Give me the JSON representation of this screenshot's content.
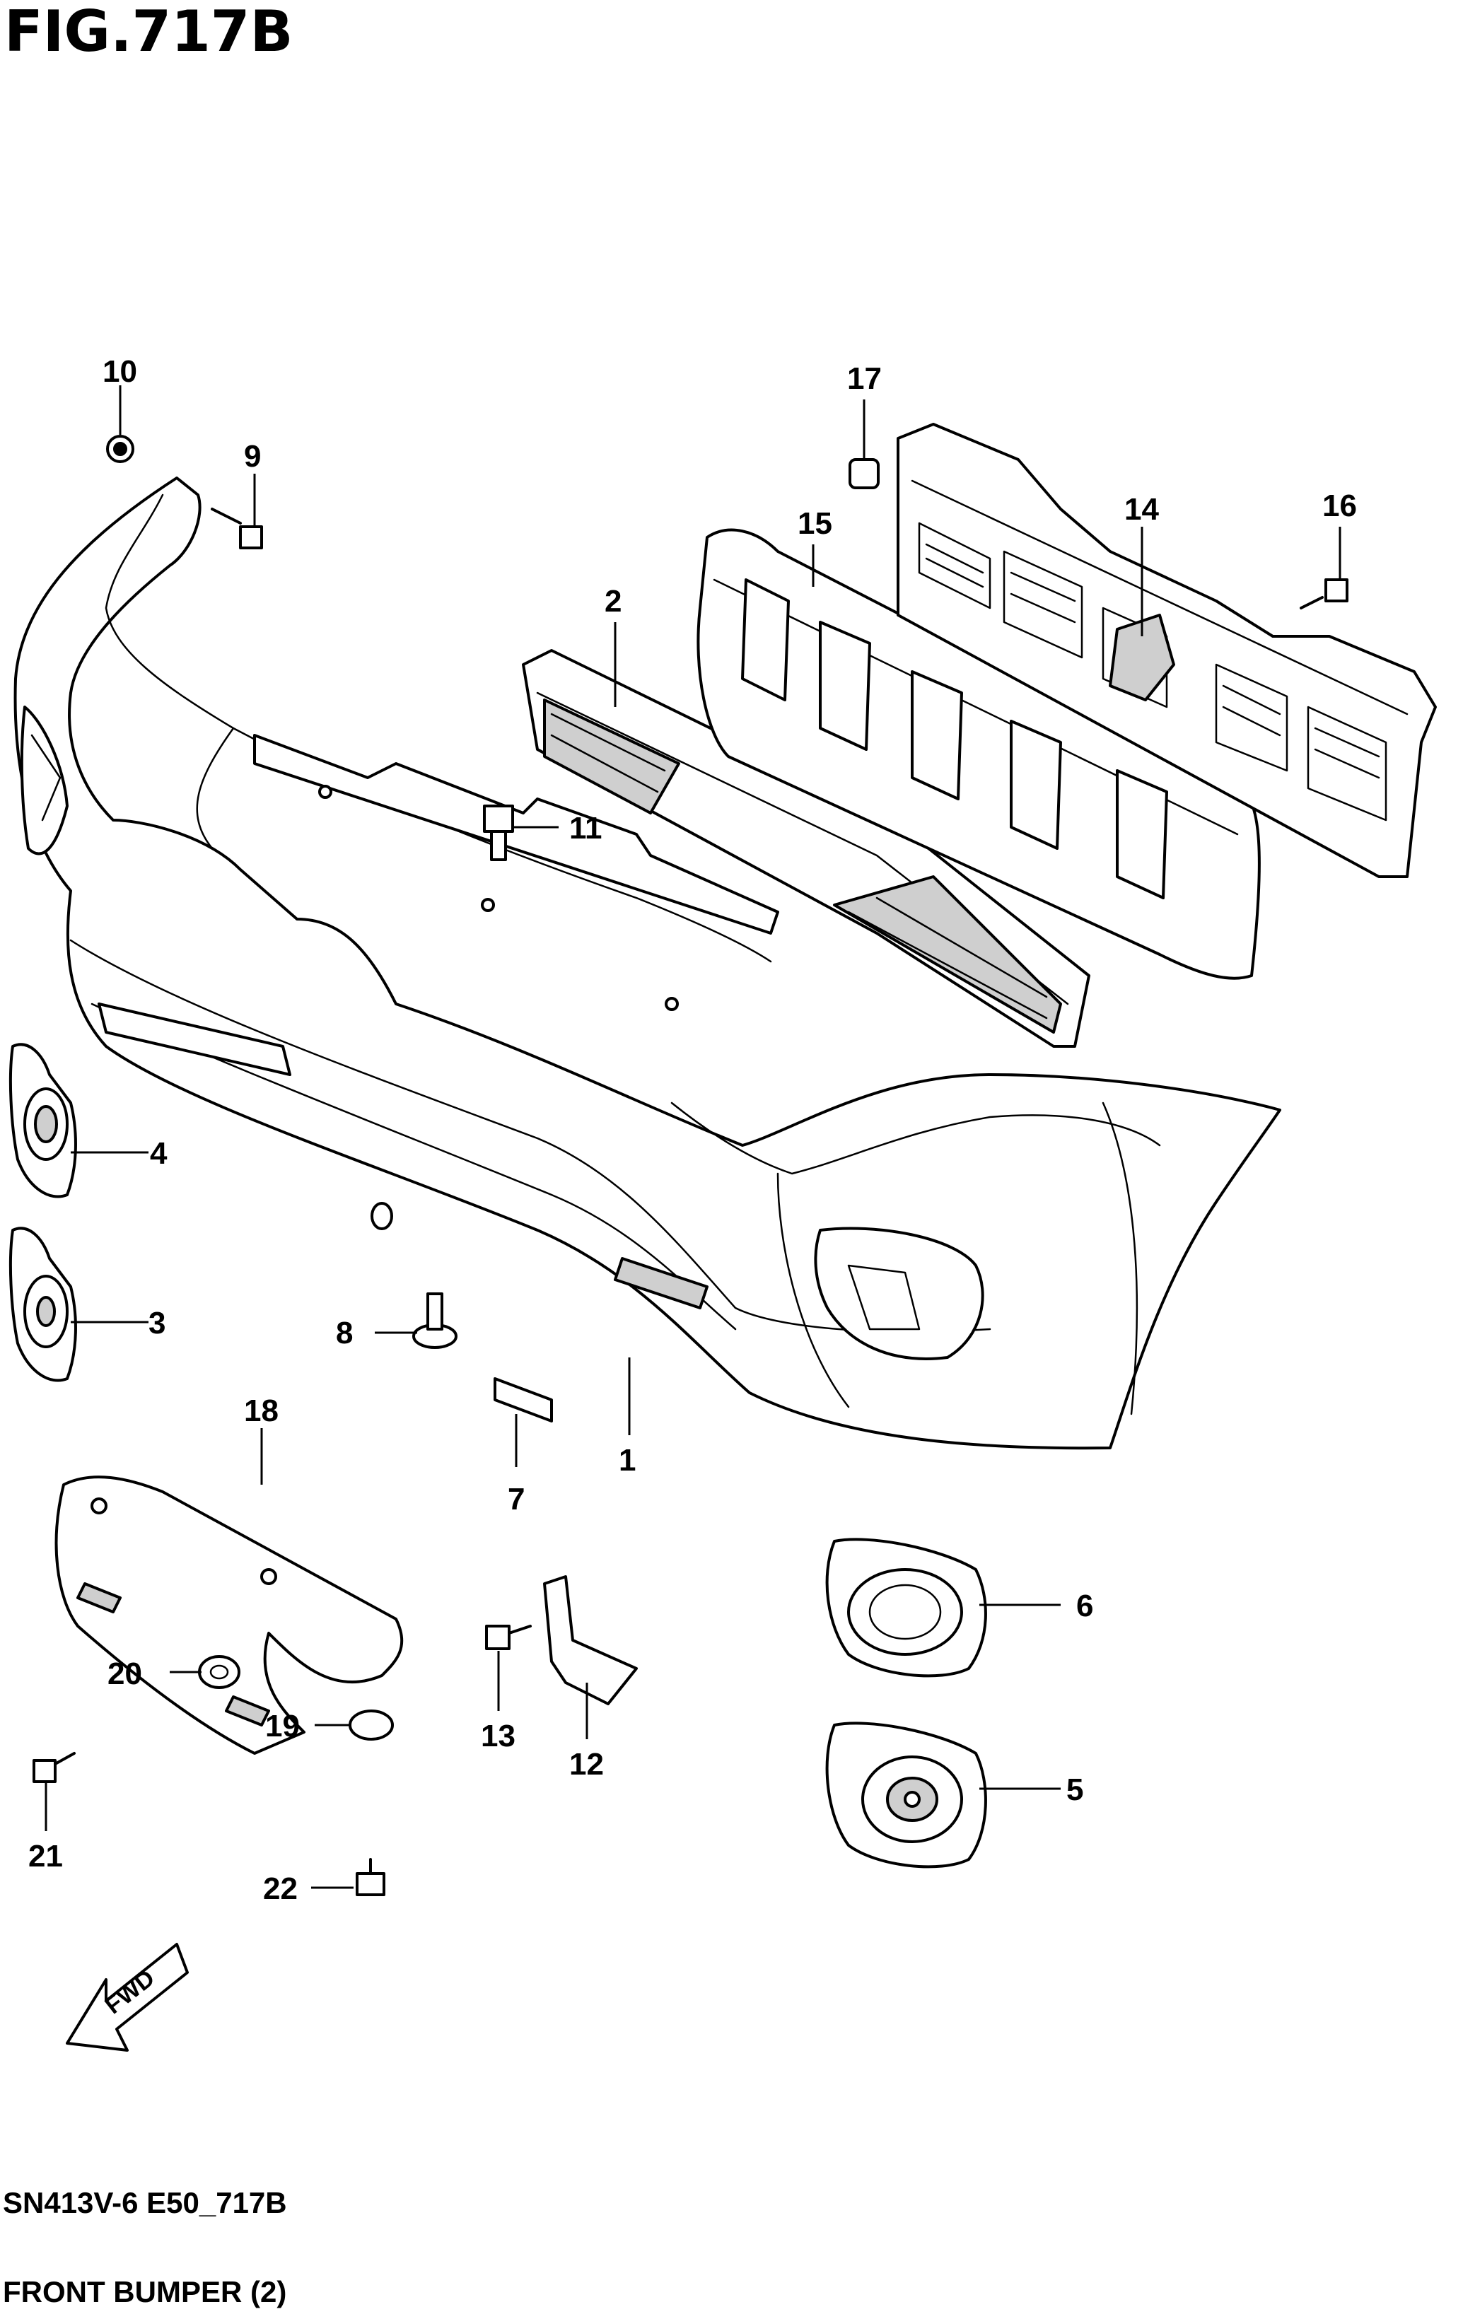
{
  "figure": {
    "title": "FIG.717B",
    "code": "SN413V-6 E50_717B",
    "caption": "FRONT BUMPER (2)"
  },
  "fwd_arrow": {
    "label": "FWD"
  },
  "callouts": [
    "1",
    "2",
    "3",
    "4",
    "5",
    "6",
    "7",
    "8",
    "9",
    "10",
    "11",
    "12",
    "13",
    "14",
    "15",
    "16",
    "17",
    "18",
    "19",
    "20",
    "21",
    "22"
  ],
  "colors": {
    "line": "#000000",
    "background": "#ffffff"
  }
}
